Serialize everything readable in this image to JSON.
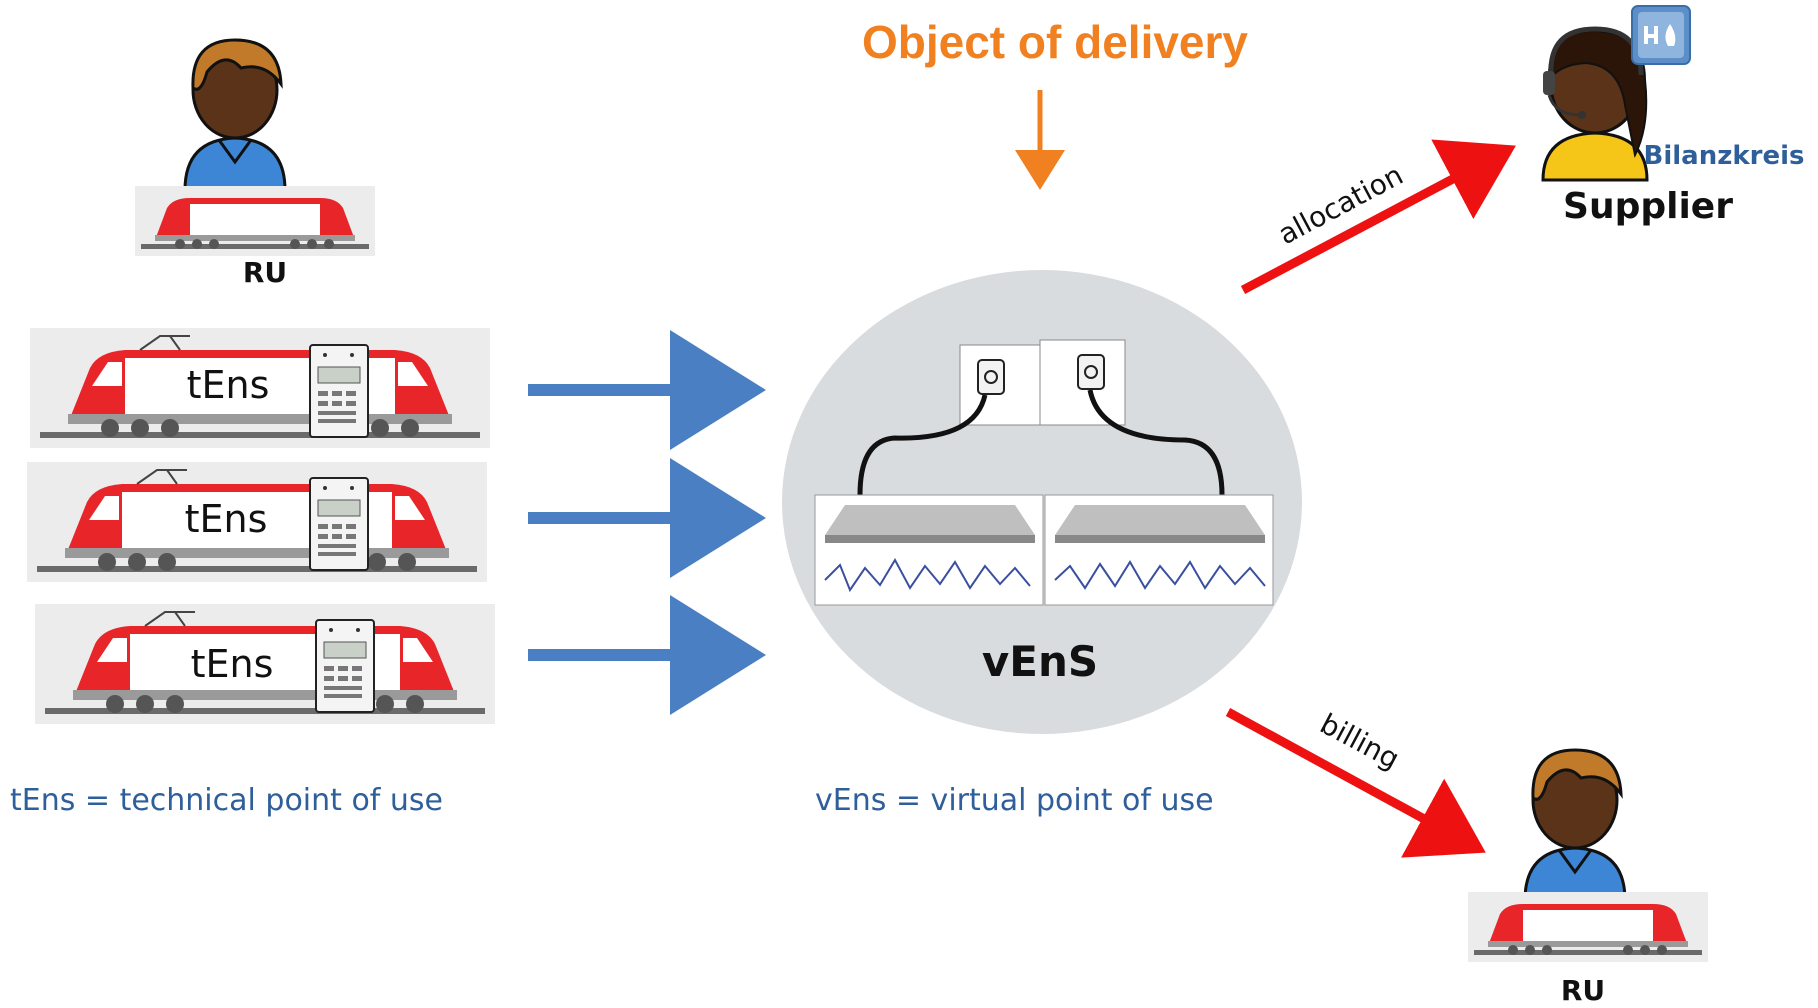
{
  "title": "Object of delivery",
  "labels": {
    "ru_top": "RU",
    "ru_bottom": "RU",
    "supplier": "Supplier",
    "bilanzkreis": "Bilanzkreis",
    "vens": "vEnS",
    "allocation": "allocation",
    "billing": "billing"
  },
  "trains": [
    {
      "label": "tEns"
    },
    {
      "label": "tEns"
    },
    {
      "label": "tEns"
    }
  ],
  "legend": {
    "tens": "tEns = technical point of use",
    "vens": "vEns = virtual point of use"
  },
  "colors": {
    "title": "#F08020",
    "blue_arrow": "#4A7FC4",
    "red_arrow": "#EE1111",
    "legend_text": "#2F5F9A",
    "train_red": "#E8262A",
    "circle": "#D8DCDF"
  },
  "icons": [
    "person-icon",
    "headset-person-icon",
    "plug-icon",
    "meter-icon",
    "train-icon"
  ]
}
